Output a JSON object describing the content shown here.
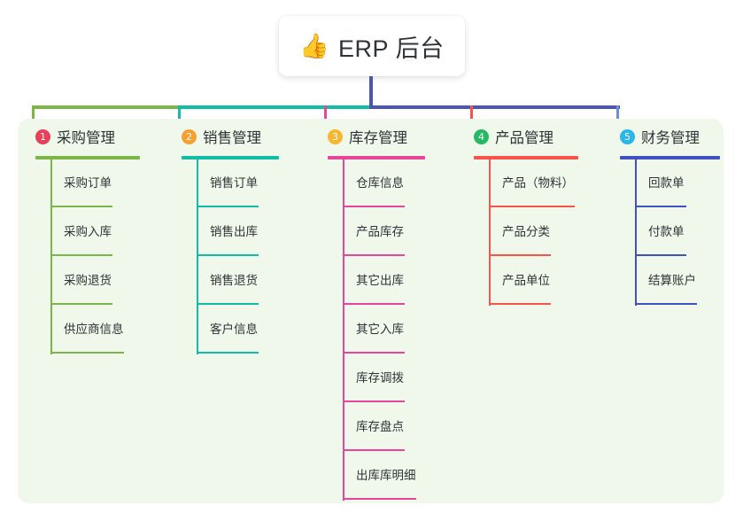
{
  "root": {
    "icon": "thumbs-up-icon",
    "icon_glyph": "👍",
    "title": "ERP 后台"
  },
  "panel": {
    "background": "#eff8ea"
  },
  "connectors": {
    "stem_color": "#4b55b8",
    "bus_left_color": "#7ab648",
    "bus_mid_color": "#11bda5",
    "bus_right_color": "#4b55b8",
    "drops": [
      "#7ab648",
      "#11bda5",
      "#e8469b",
      "#f9534a",
      "#6f8fd4"
    ]
  },
  "columns": [
    {
      "number": "1",
      "title": "采购管理",
      "badge_color": "#e8405a",
      "line_color": "#7ab648",
      "rule_width": 118,
      "items": [
        {
          "label": "采购订单",
          "rule_width": 70
        },
        {
          "label": "采购入库",
          "rule_width": 70
        },
        {
          "label": "采购退货",
          "rule_width": 70
        },
        {
          "label": "供应商信息",
          "rule_width": 83
        }
      ]
    },
    {
      "number": "2",
      "title": "销售管理",
      "badge_color": "#f5a030",
      "line_color": "#11bda5",
      "rule_width": 110,
      "items": [
        {
          "label": "销售订单",
          "rule_width": 70
        },
        {
          "label": "销售出库",
          "rule_width": 70
        },
        {
          "label": "销售退货",
          "rule_width": 70
        },
        {
          "label": "客户信息",
          "rule_width": 70
        }
      ]
    },
    {
      "number": "3",
      "title": "库存管理",
      "badge_color": "#f7b731",
      "line_color": "#e8469b",
      "rule_width": 110,
      "items": [
        {
          "label": "仓库信息",
          "rule_width": 70
        },
        {
          "label": "产品库存",
          "rule_width": 70
        },
        {
          "label": "其它出库",
          "rule_width": 70
        },
        {
          "label": "其它入库",
          "rule_width": 70
        },
        {
          "label": "库存调拨",
          "rule_width": 70
        },
        {
          "label": "库存盘点",
          "rule_width": 70
        },
        {
          "label": "出库库明细",
          "rule_width": 83
        }
      ]
    },
    {
      "number": "4",
      "title": "产品管理",
      "badge_color": "#25b961",
      "line_color": "#f9534a",
      "rule_width": 118,
      "items": [
        {
          "label": "产品（物料）",
          "rule_width": 97
        },
        {
          "label": "产品分类",
          "rule_width": 70
        },
        {
          "label": "产品单位",
          "rule_width": 70
        }
      ]
    },
    {
      "number": "5",
      "title": "财务管理",
      "badge_color": "#29b6e8",
      "line_color": "#3f51c4",
      "rule_width": 113,
      "items": [
        {
          "label": "回款单",
          "rule_width": 58
        },
        {
          "label": "付款单",
          "rule_width": 58
        },
        {
          "label": "结算账户",
          "rule_width": 70
        }
      ]
    }
  ]
}
